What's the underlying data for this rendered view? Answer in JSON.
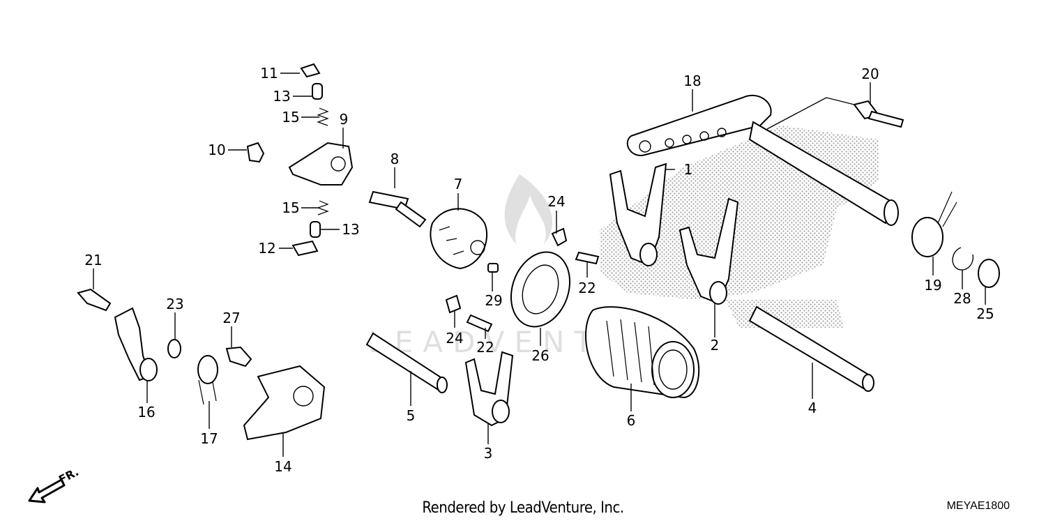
{
  "footer": {
    "rendered_by": "Rendered by LeadVenture, Inc.",
    "code": "MEYAE1800"
  },
  "direction": {
    "label": "FR."
  },
  "watermark": {
    "text": "LEADVENTURE"
  },
  "callouts": {
    "c1": "1",
    "c2": "2",
    "c3": "3",
    "c4": "4",
    "c5": "5",
    "c6": "6",
    "c7": "7",
    "c8": "8",
    "c9": "9",
    "c10": "10",
    "c11": "11",
    "c12": "12",
    "c13a": "13",
    "c13b": "13",
    "c14": "14",
    "c15a": "15",
    "c15b": "15",
    "c16": "16",
    "c17": "17",
    "c18": "18",
    "c19": "19",
    "c20": "20",
    "c21": "21",
    "c22a": "22",
    "c22b": "22",
    "c23": "23",
    "c24a": "24",
    "c24b": "24",
    "c25": "25",
    "c26": "26",
    "c27": "27",
    "c28": "28",
    "c29": "29"
  }
}
